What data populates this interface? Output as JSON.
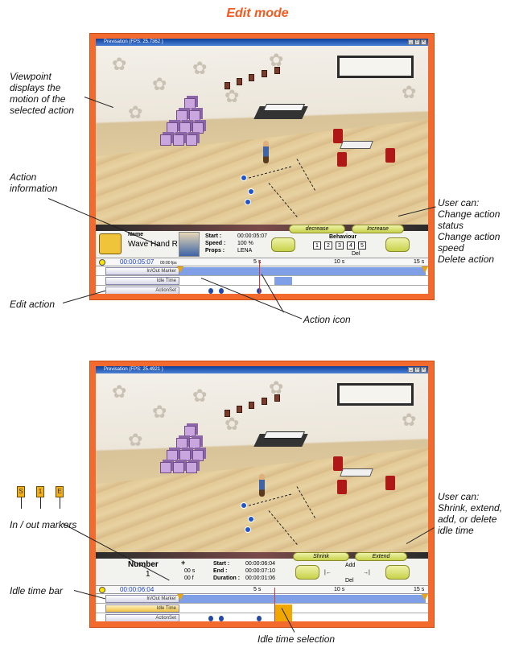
{
  "title": "Edit mode",
  "annotations": {
    "viewpoint": "Viewpoint\ndisplays the\nmotion of the\nselected action",
    "action_info": "Action\ninformation",
    "user_can_1": "User can:\nChange action\nstatus\nChange action\nspeed\nDelete action",
    "edit_action": "Edit action",
    "action_icon": "Action icon",
    "user_can_2": "User can:\nShrink, extend,\nadd, or delete\nidle time",
    "inout_markers": "In / out markers",
    "idle_bar": "Idle time bar",
    "idle_selection": "Idle time selection"
  },
  "top": {
    "window_title": "Previsation (FPS: 25.7362 )",
    "name_label": "Name",
    "name_value": "Wave Hand R",
    "start_label": "Start :",
    "start_value": "00:00:05:07",
    "speed_label": "Speed :",
    "speed_value": "100 %",
    "props_label": "Props :",
    "props_value": "LENA",
    "decrease": "decrease",
    "increase": "Increase",
    "behaviour": "Behaviour",
    "numbers": [
      "1",
      "2",
      "3",
      "4",
      "5"
    ],
    "del": "Del",
    "clock": "00:00:05:07",
    "clock_small": "00:00 fps",
    "ticks": [
      "5 s",
      "10 s",
      "15 s"
    ],
    "tracks": [
      "In/Out Marker",
      "Idle Time",
      "ActionSet"
    ]
  },
  "bottom": {
    "window_title": "Previsation (FPS: 25.4921 )",
    "number_label": "Number",
    "number_value": "1",
    "plus": "+",
    "s_value": "00 s",
    "f_value": "00 f",
    "start_label": "Start :",
    "start_value": "00:00:06:04",
    "end_label": "End :",
    "end_value": "00:00:07:10",
    "duration_label": "Duration :",
    "duration_value": "00:00:01:06",
    "shrink": "Shrink",
    "extend": "Extend",
    "add": "Add",
    "del": "Del",
    "clock": "00:00:06:04",
    "ticks": [
      "5 s",
      "10 s",
      "15 s"
    ],
    "tracks": [
      "In/Out Marker",
      "Idle Time",
      "ActionSet"
    ]
  },
  "legend_flags": [
    "S",
    "1",
    "E"
  ],
  "colors": {
    "frame": "#f26a2e",
    "accent": "#f25a1f",
    "track_blue": "#7f9fe6",
    "idle_orange": "#f0a800"
  }
}
